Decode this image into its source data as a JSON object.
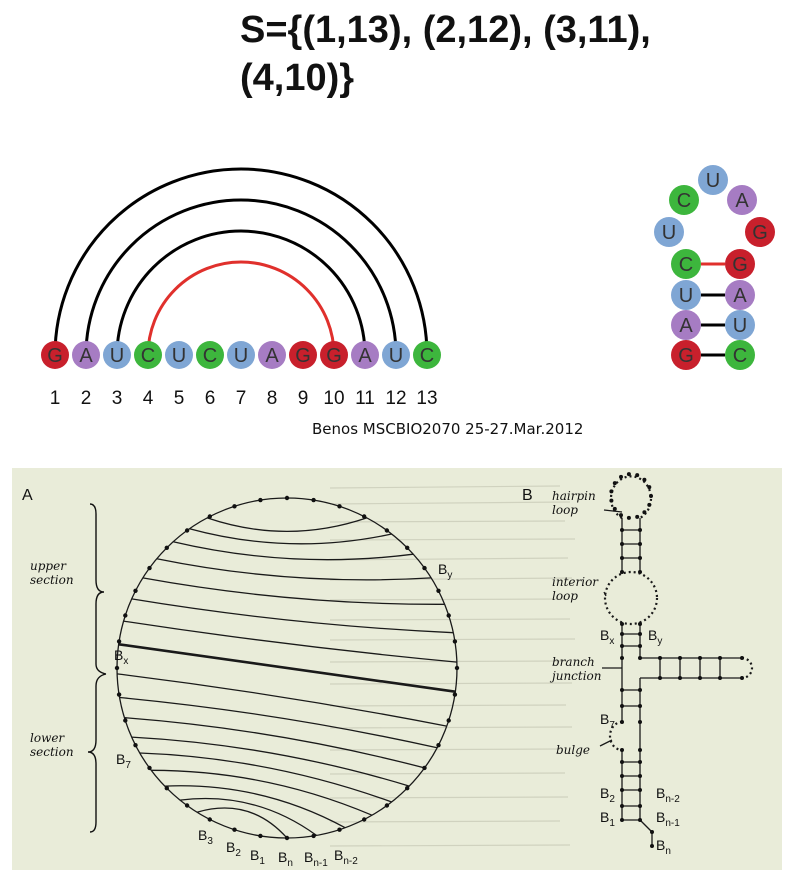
{
  "title": "S={(1,13), (2,12), (3,11), (4,10)}",
  "sequence": [
    "G",
    "A",
    "U",
    "C",
    "U",
    "C",
    "U",
    "A",
    "G",
    "G",
    "A",
    "U",
    "C"
  ],
  "positions": [
    "1",
    "2",
    "3",
    "4",
    "5",
    "6",
    "7",
    "8",
    "9",
    "10",
    "11",
    "12",
    "13"
  ],
  "pairs": [
    [
      1,
      13
    ],
    [
      2,
      12
    ],
    [
      3,
      11
    ],
    [
      4,
      10
    ]
  ],
  "highlight_pair": [
    4,
    10
  ],
  "hairpin": {
    "loop": [
      "U",
      "C",
      "U",
      "A",
      "G"
    ],
    "stem": [
      [
        "C",
        "G"
      ],
      [
        "U",
        "A"
      ],
      [
        "A",
        "U"
      ],
      [
        "G",
        "C"
      ]
    ]
  },
  "base_colors": {
    "G": "#c8202c",
    "A": "#a67cc3",
    "U": "#7fa6d4",
    "C": "#3db63d"
  },
  "pair_colors": {
    "normal": "#000000",
    "highlight": "#e0302c"
  },
  "credit": "Benos MSCBIO2070    25-27.Mar.2012",
  "panel_a": {
    "letter": "A",
    "upper_section": [
      "upper",
      "section"
    ],
    "lower_section": [
      "lower",
      "section"
    ],
    "labels": {
      "by": {
        "base": "B",
        "sub": "y"
      },
      "bx": {
        "base": "B",
        "sub": "x"
      },
      "b7": {
        "base": "B",
        "sub": "7"
      },
      "b3": {
        "base": "B",
        "sub": "3"
      },
      "b2": {
        "base": "B",
        "sub": "2"
      },
      "b1": {
        "base": "B",
        "sub": "1"
      },
      "bn": {
        "base": "B",
        "sub": "n"
      },
      "bn1": {
        "base": "B",
        "sub": "n-1"
      },
      "bn2": {
        "base": "B",
        "sub": "n-2"
      }
    }
  },
  "panel_b": {
    "letter": "B",
    "hairpin_loop": [
      "hairpin",
      "loop"
    ],
    "interior_loop": [
      "interior",
      "loop"
    ],
    "branch_junction": [
      "branch",
      "junction"
    ],
    "bulge": "bulge",
    "labels": {
      "bx": {
        "base": "B",
        "sub": "x"
      },
      "by": {
        "base": "B",
        "sub": "y"
      },
      "b7": {
        "base": "B",
        "sub": "7"
      },
      "b2": {
        "base": "B",
        "sub": "2"
      },
      "bn2": {
        "base": "B",
        "sub": "n-2"
      },
      "b1": {
        "base": "B",
        "sub": "1"
      },
      "bn1": {
        "base": "B",
        "sub": "n-1"
      },
      "bn": {
        "base": "B",
        "sub": "n"
      }
    }
  }
}
